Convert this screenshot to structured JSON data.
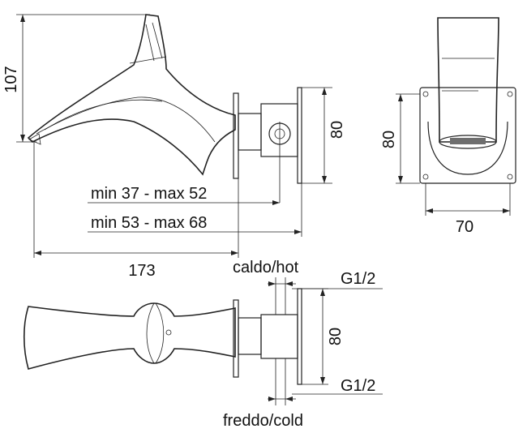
{
  "dimensions": {
    "height_left": "107",
    "width_bottom": "173",
    "min37": "min 37 - max 52",
    "min53": "min 53 - max 68",
    "plate_side": "80",
    "plate_front_h": "80",
    "plate_front_w": "70",
    "plate_top": "80"
  },
  "labels": {
    "hot": "caldo/hot",
    "cold": "freddo/cold",
    "thread_top": "G1/2",
    "thread_bottom": "G1/2"
  },
  "colors": {
    "line": "#222222",
    "fill_shade": "#d9d9d9",
    "fill_dark": "#6e6e6e"
  }
}
